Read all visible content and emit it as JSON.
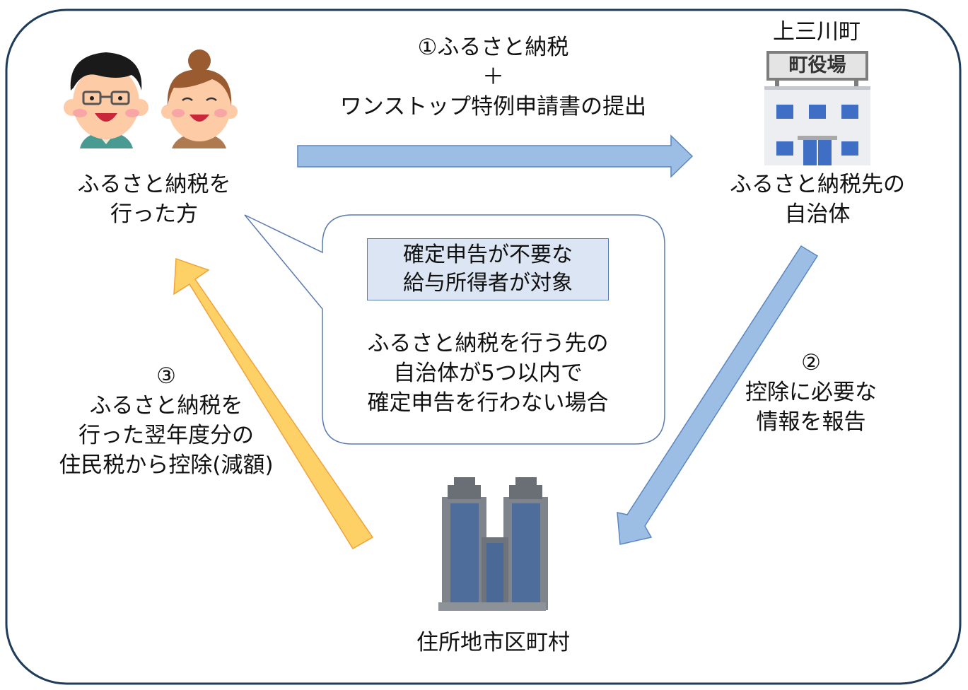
{
  "step1": {
    "lines": [
      "①ふるさと納税",
      "＋",
      "ワンストップ特例申請書の提出"
    ]
  },
  "donor": {
    "lines": [
      "ふるさと納税を",
      "行った方"
    ]
  },
  "target_municipality": {
    "sign_name": "上三川町",
    "building_sign": "町役場",
    "lines": [
      "ふるさと納税先の",
      "自治体"
    ]
  },
  "bubble": {
    "condition_lines": [
      "確定申告が不要な",
      "給与所得者が対象"
    ],
    "case_lines": [
      "ふるさと納税を行う先の",
      "自治体が5つ以内で",
      "確定申告を行わない場合"
    ]
  },
  "step2": {
    "lines": [
      "②",
      "控除に必要な",
      "情報を報告"
    ]
  },
  "step3": {
    "lines": [
      "③",
      "ふるさと納税を",
      "行った翌年度分の",
      "住民税から控除(減額)"
    ]
  },
  "residence": {
    "label": "住所地市区町村"
  },
  "colors": {
    "frame": "#1f3b5a",
    "arrow_blue": "#9dbee4",
    "arrow_blue_stroke": "#5b86c0",
    "arrow_yellow": "#fdd166",
    "arrow_yellow_stroke": "#f0a23a",
    "condition_box": "#dbe5f3"
  }
}
